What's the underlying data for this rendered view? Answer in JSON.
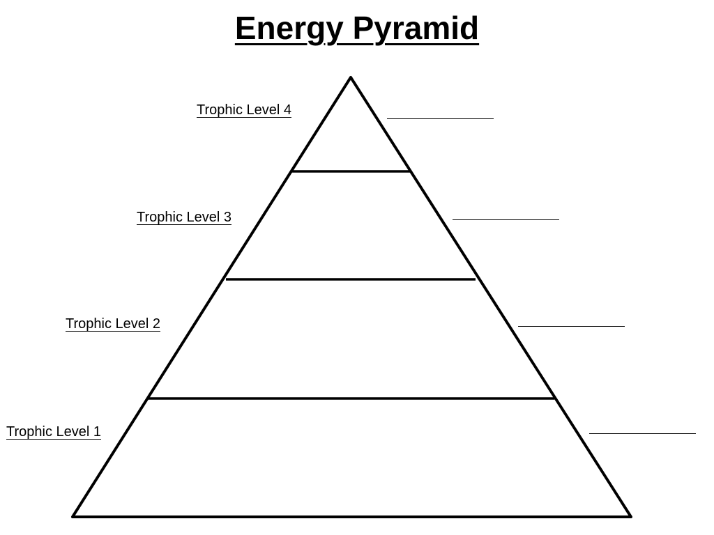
{
  "title": "Energy Pyramid",
  "levels": [
    {
      "label": "Trophic Level 4"
    },
    {
      "label": "Trophic Level 3"
    },
    {
      "label": "Trophic Level 2"
    },
    {
      "label": " Trophic Level 1"
    }
  ],
  "colors": {
    "stroke": "#000000",
    "background": "#ffffff"
  }
}
